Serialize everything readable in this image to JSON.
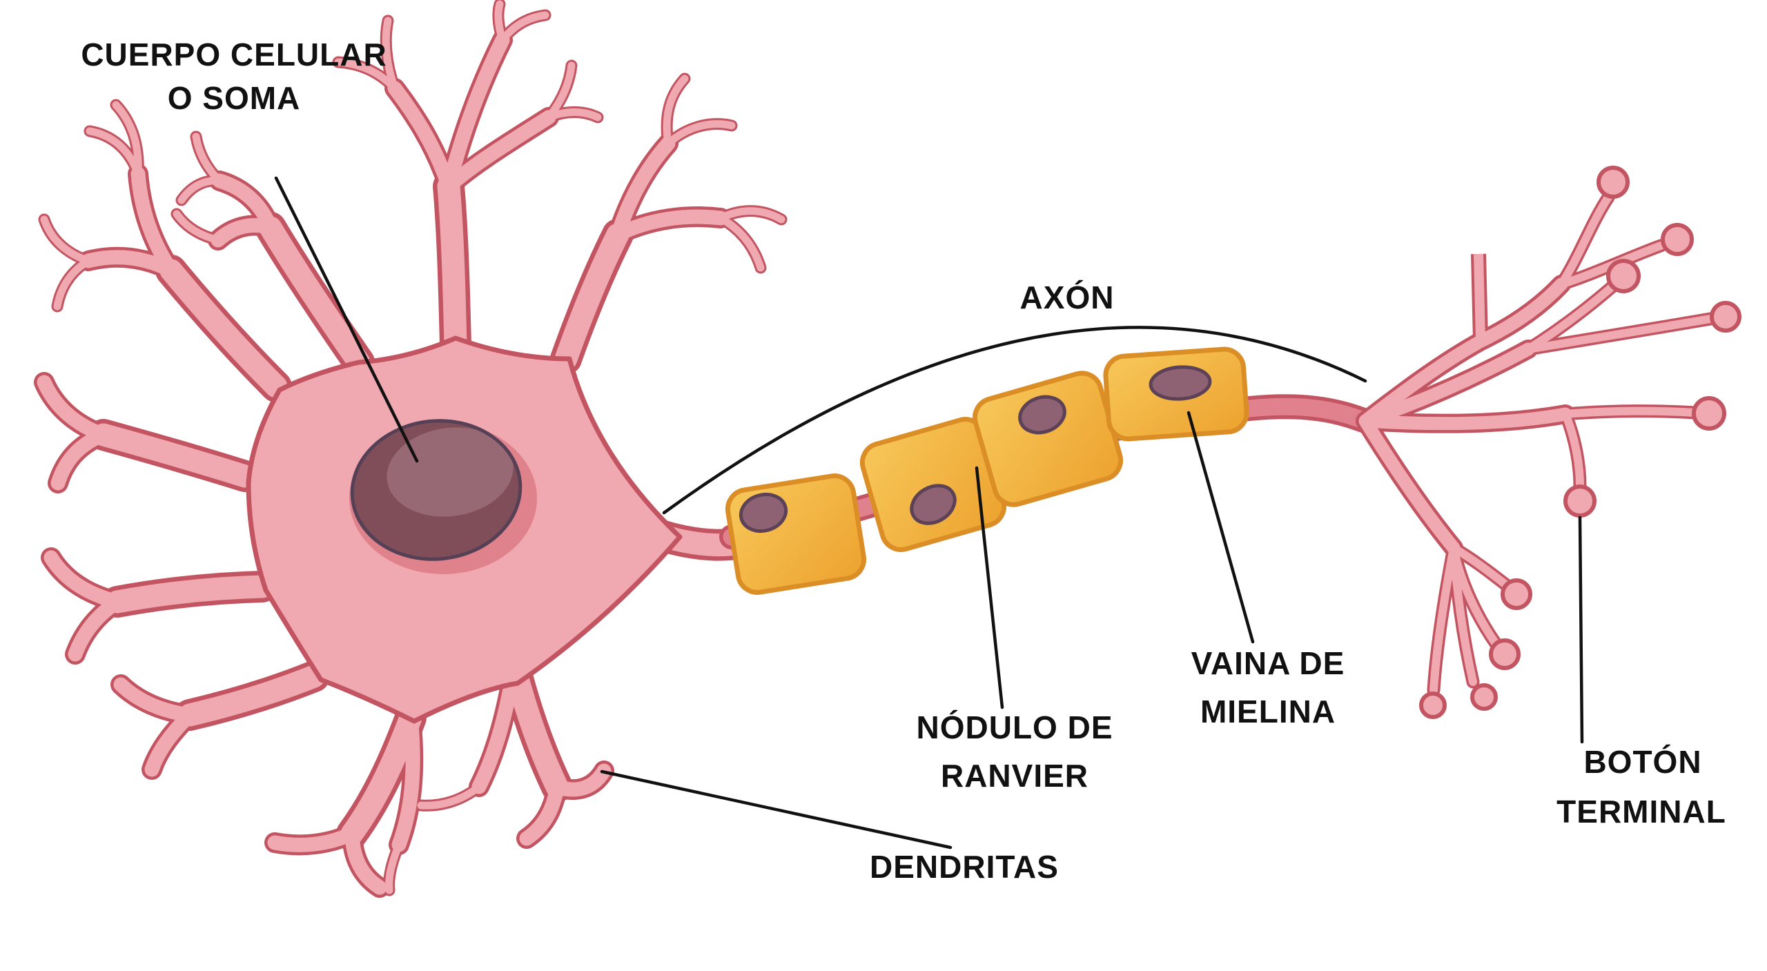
{
  "figure": {
    "type": "neuron-anatomy-diagram",
    "language": "es",
    "myelin_segment_count": 4,
    "terminal_button_count": 10
  },
  "labels": {
    "cell_body": {
      "line1": "CUERPO CELULAR",
      "line2": "O SOMA"
    },
    "axon": {
      "line1": "AXÓN"
    },
    "node_of_ranvier": {
      "line1": "NÓDULO DE",
      "line2": "RANVIER"
    },
    "myelin_sheath": {
      "line1": "VAINA DE",
      "line2": "MIELINA"
    },
    "dendrites": {
      "line1": "DENDRITAS"
    },
    "terminal_button": {
      "line1": "BOTÓN",
      "line2": "TERMINAL"
    }
  },
  "colors": {
    "background": "#FFFFFF",
    "text": "#111111",
    "leader-line": "#111111",
    "neuron-fill": "#F0A9B1",
    "neuron-fill-light": "#F6C5CA",
    "neuron-outline": "#C25561",
    "axon-fill": "#E0818D",
    "nucleus-fill": "#7F4E59",
    "nucleus-highlight": "#976974",
    "nucleus-outline": "#564055",
    "nucleus-rim": "#E0828C",
    "myelin-light": "#F7C85A",
    "myelin-dark": "#EDA22E",
    "myelin-outline": "#DB8E26",
    "myelin-nucleus": "#8E6273",
    "myelin-nucleus-outline": "#5D4156"
  }
}
